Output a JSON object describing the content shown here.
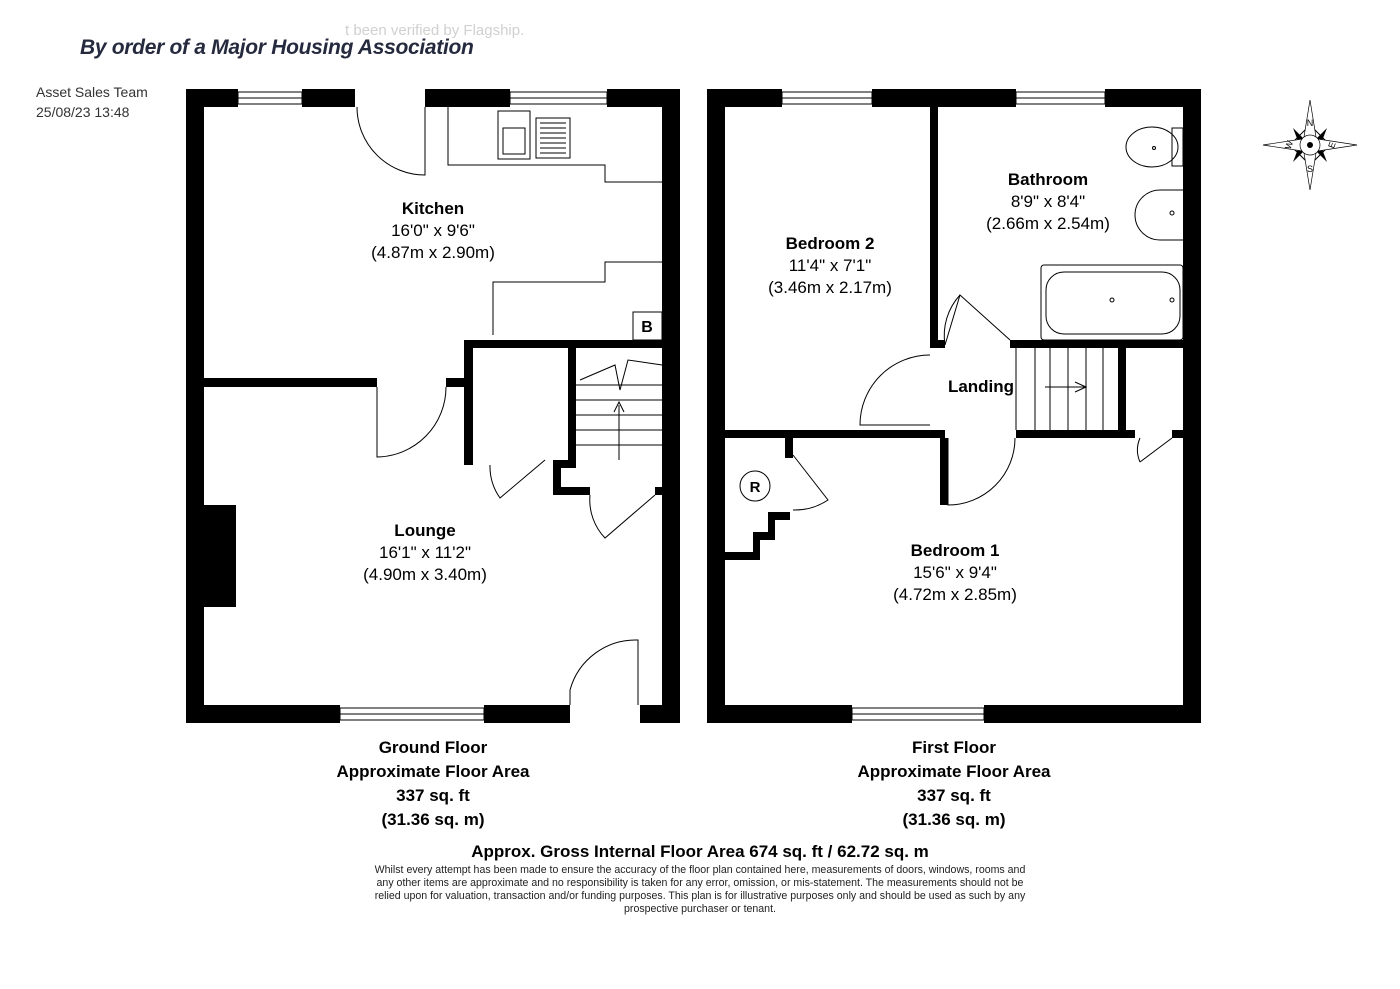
{
  "header": {
    "title": "By order of a Major Housing Association",
    "watermark": "t been verified by Flagship.",
    "team": "Asset Sales Team",
    "timestamp": "25/08/23 13:48"
  },
  "compass": {
    "n": "N",
    "e": "E",
    "s": "S",
    "w": "W"
  },
  "ground_floor": {
    "rooms": [
      {
        "name": "Kitchen",
        "imperial": "16'0\" x 9'6\"",
        "metric": "(4.87m x 2.90m)"
      },
      {
        "name": "Lounge",
        "imperial": "16'1\" x 11'2\"",
        "metric": "(4.90m x 3.40m)"
      }
    ],
    "boiler_label": "B",
    "label": "Ground Floor",
    "area_label": "Approximate Floor Area",
    "area_sqft": "337 sq. ft",
    "area_sqm": "(31.36 sq. m)"
  },
  "first_floor": {
    "rooms": [
      {
        "name": "Bedroom 2",
        "imperial": "11'4\" x 7'1\"",
        "metric": "(3.46m x 2.17m)"
      },
      {
        "name": "Bathroom",
        "imperial": "8'9\" x 8'4\"",
        "metric": "(2.66m x 2.54m)"
      },
      {
        "name": "Landing"
      },
      {
        "name": "Bedroom 1",
        "imperial": "15'6\" x 9'4\"",
        "metric": "(4.72m x 2.85m)"
      }
    ],
    "cylinder_label": "R",
    "label": "First Floor",
    "area_label": "Approximate Floor Area",
    "area_sqft": "337 sq. ft",
    "area_sqm": "(31.36 sq. m)"
  },
  "gross_area": "Approx. Gross Internal Floor Area 674 sq. ft / 62.72 sq. m",
  "disclaimer": "Whilst every attempt has been made to ensure the accuracy of the floor plan contained here, measurements of doors, windows, rooms and any other items are approximate and no responsibility is taken for any error, omission, or mis-statement. The measurements should not be relied upon for valuation, transaction and/or funding purposes. This plan is for illustrative purposes only and should be used as such by any prospective purchaser or tenant."
}
